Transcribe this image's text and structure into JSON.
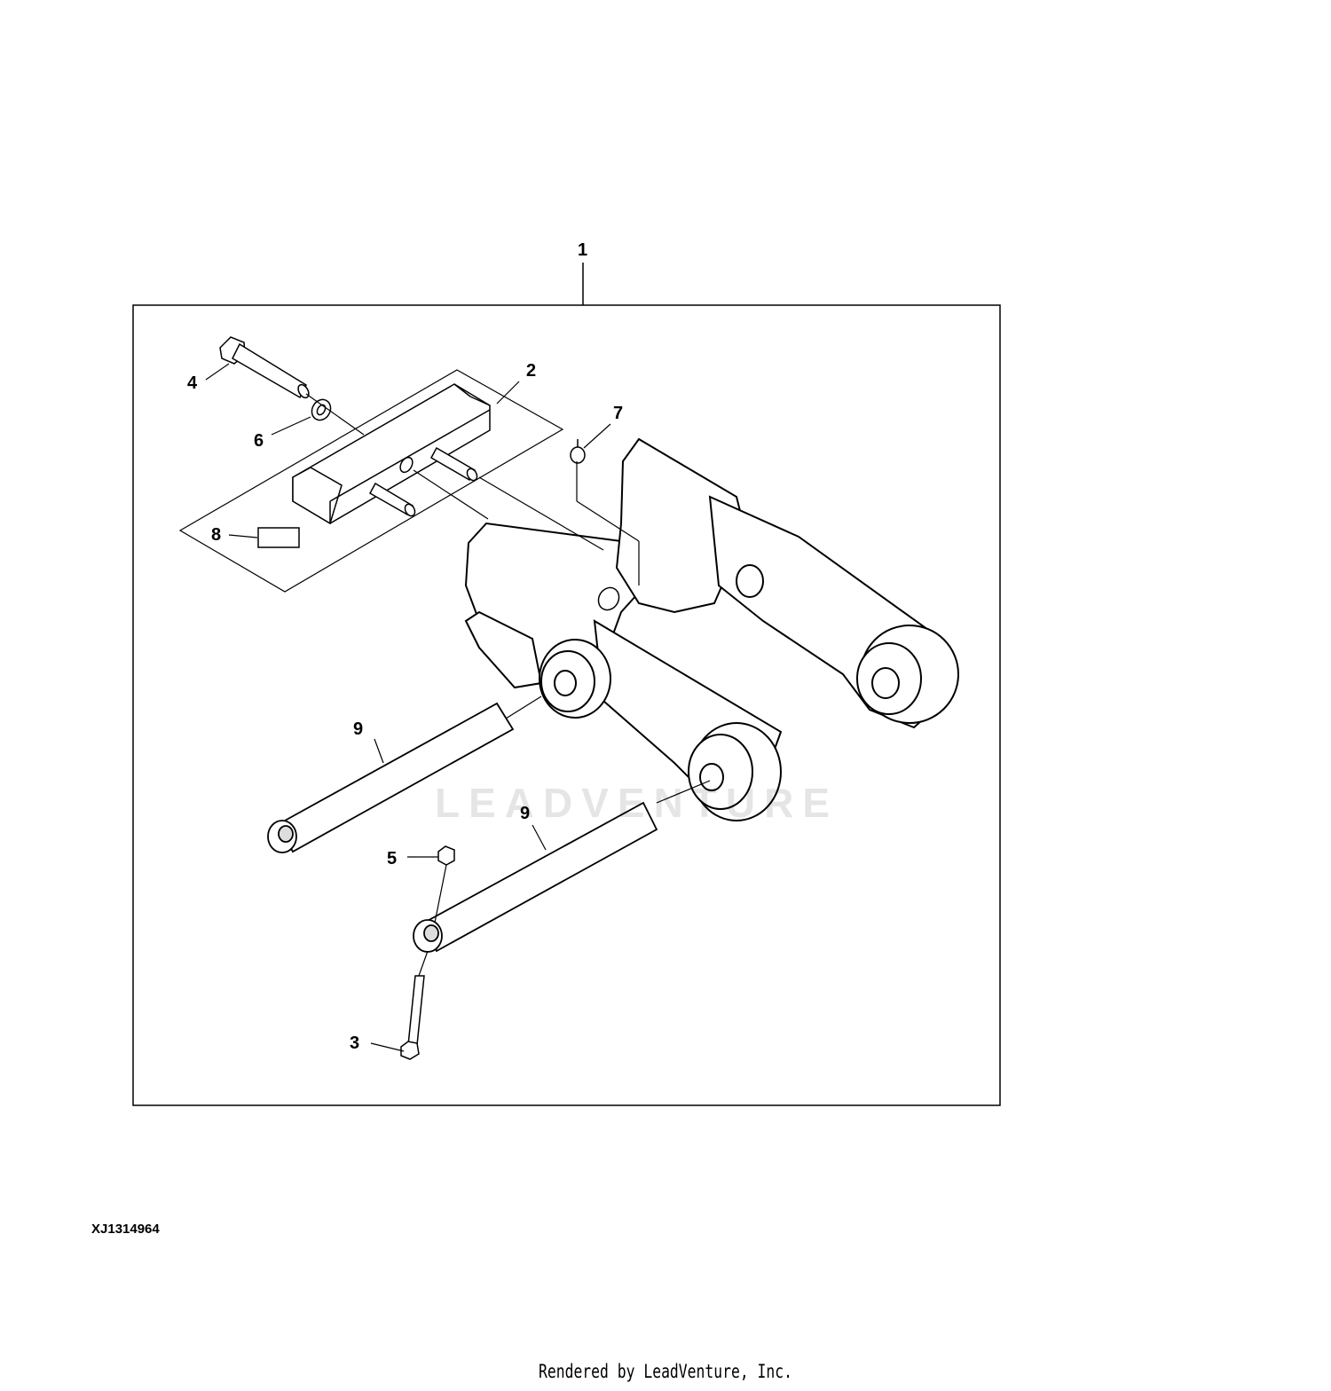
{
  "diagram": {
    "callouts": {
      "c1": "1",
      "c2": "2",
      "c3": "3",
      "c4": "4",
      "c5": "5",
      "c6": "6",
      "c7": "7",
      "c8": "8",
      "c9a": "9",
      "c9b": "9"
    },
    "reference_code": "XJ1314964",
    "watermark": "LEADVENTURE",
    "footer": "Rendered by LeadVenture, Inc."
  }
}
